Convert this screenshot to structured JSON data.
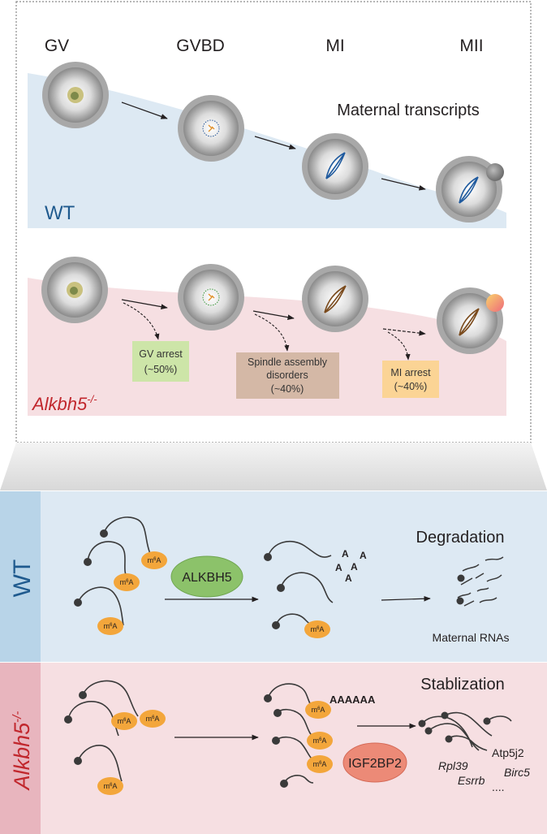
{
  "stages": [
    "GV",
    "GVBD",
    "MI",
    "MII"
  ],
  "top_wt": {
    "caption": "Maternal transcripts",
    "group": "WT"
  },
  "top_ko": {
    "group_base": "Alkbh5",
    "group_sup": "-/-",
    "boxes": [
      {
        "line1": "GV arrest",
        "line2": "(~50%)",
        "color": "#cde5a8"
      },
      {
        "line1": "Spindle assembly",
        "line2": "disorders",
        "line3": "(~40%)",
        "color": "#d4b8a6"
      },
      {
        "line1": "MI arrest",
        "line2": "(~40%)",
        "color": "#fbd495"
      }
    ]
  },
  "bottom_wt": {
    "label": "WT",
    "enzyme": "ALKBH5",
    "modification_base": "m",
    "modification_sup": "6",
    "modification_end": "A",
    "poly_a": [
      "A",
      "A",
      "A",
      "A",
      "A"
    ],
    "outcome": "Degradation",
    "result_label": "Maternal RNAs"
  },
  "bottom_ko": {
    "label_base": "Alkbh5",
    "label_sup": "-/-",
    "reader": "IGF2BP2",
    "poly_a_tail": "AAAAAA",
    "outcome": "Stablization",
    "genes": [
      "Rpl39",
      "Atp5j2",
      "Esrrb",
      "Birc5",
      "...."
    ]
  },
  "colors": {
    "wt_blue": "#dde9f3",
    "wt_band": "#b8d4e8",
    "ko_pink": "#f6dfe2",
    "ko_band": "#e8b5be",
    "wt_text": "#1f5a8e",
    "ko_text": "#c1272d",
    "m6a_orange": "#f3a63b",
    "alkbh5_green": "#8cc26a",
    "igf2bp2_red": "#ec8a77"
  }
}
